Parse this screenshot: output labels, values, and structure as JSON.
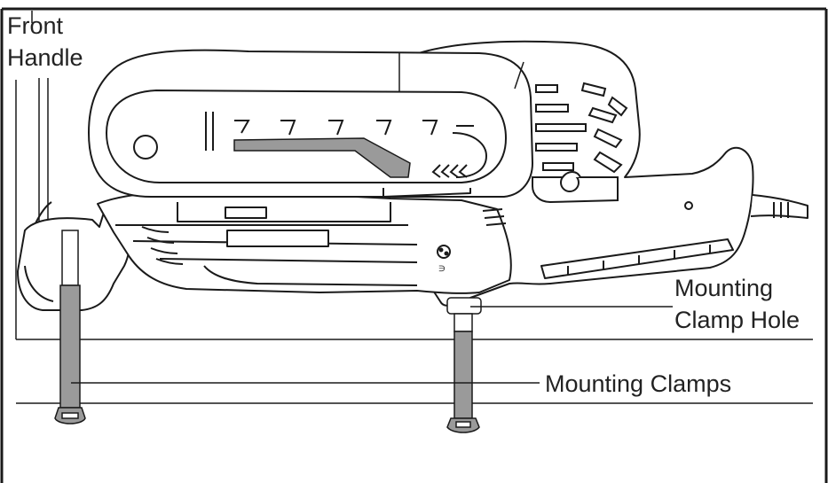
{
  "labels": {
    "front_handle_line1": "Front",
    "front_handle_line2": "Handle",
    "clamp_hole_line1": "Mounting",
    "clamp_hole_line2": "Clamp Hole",
    "mounting_clamps": "Mounting Clamps"
  },
  "colors": {
    "outline": "#1a1a1a",
    "gray_fill": "#9a9a9a",
    "light_fill": "#e6e6e6",
    "background": "#ffffff"
  }
}
